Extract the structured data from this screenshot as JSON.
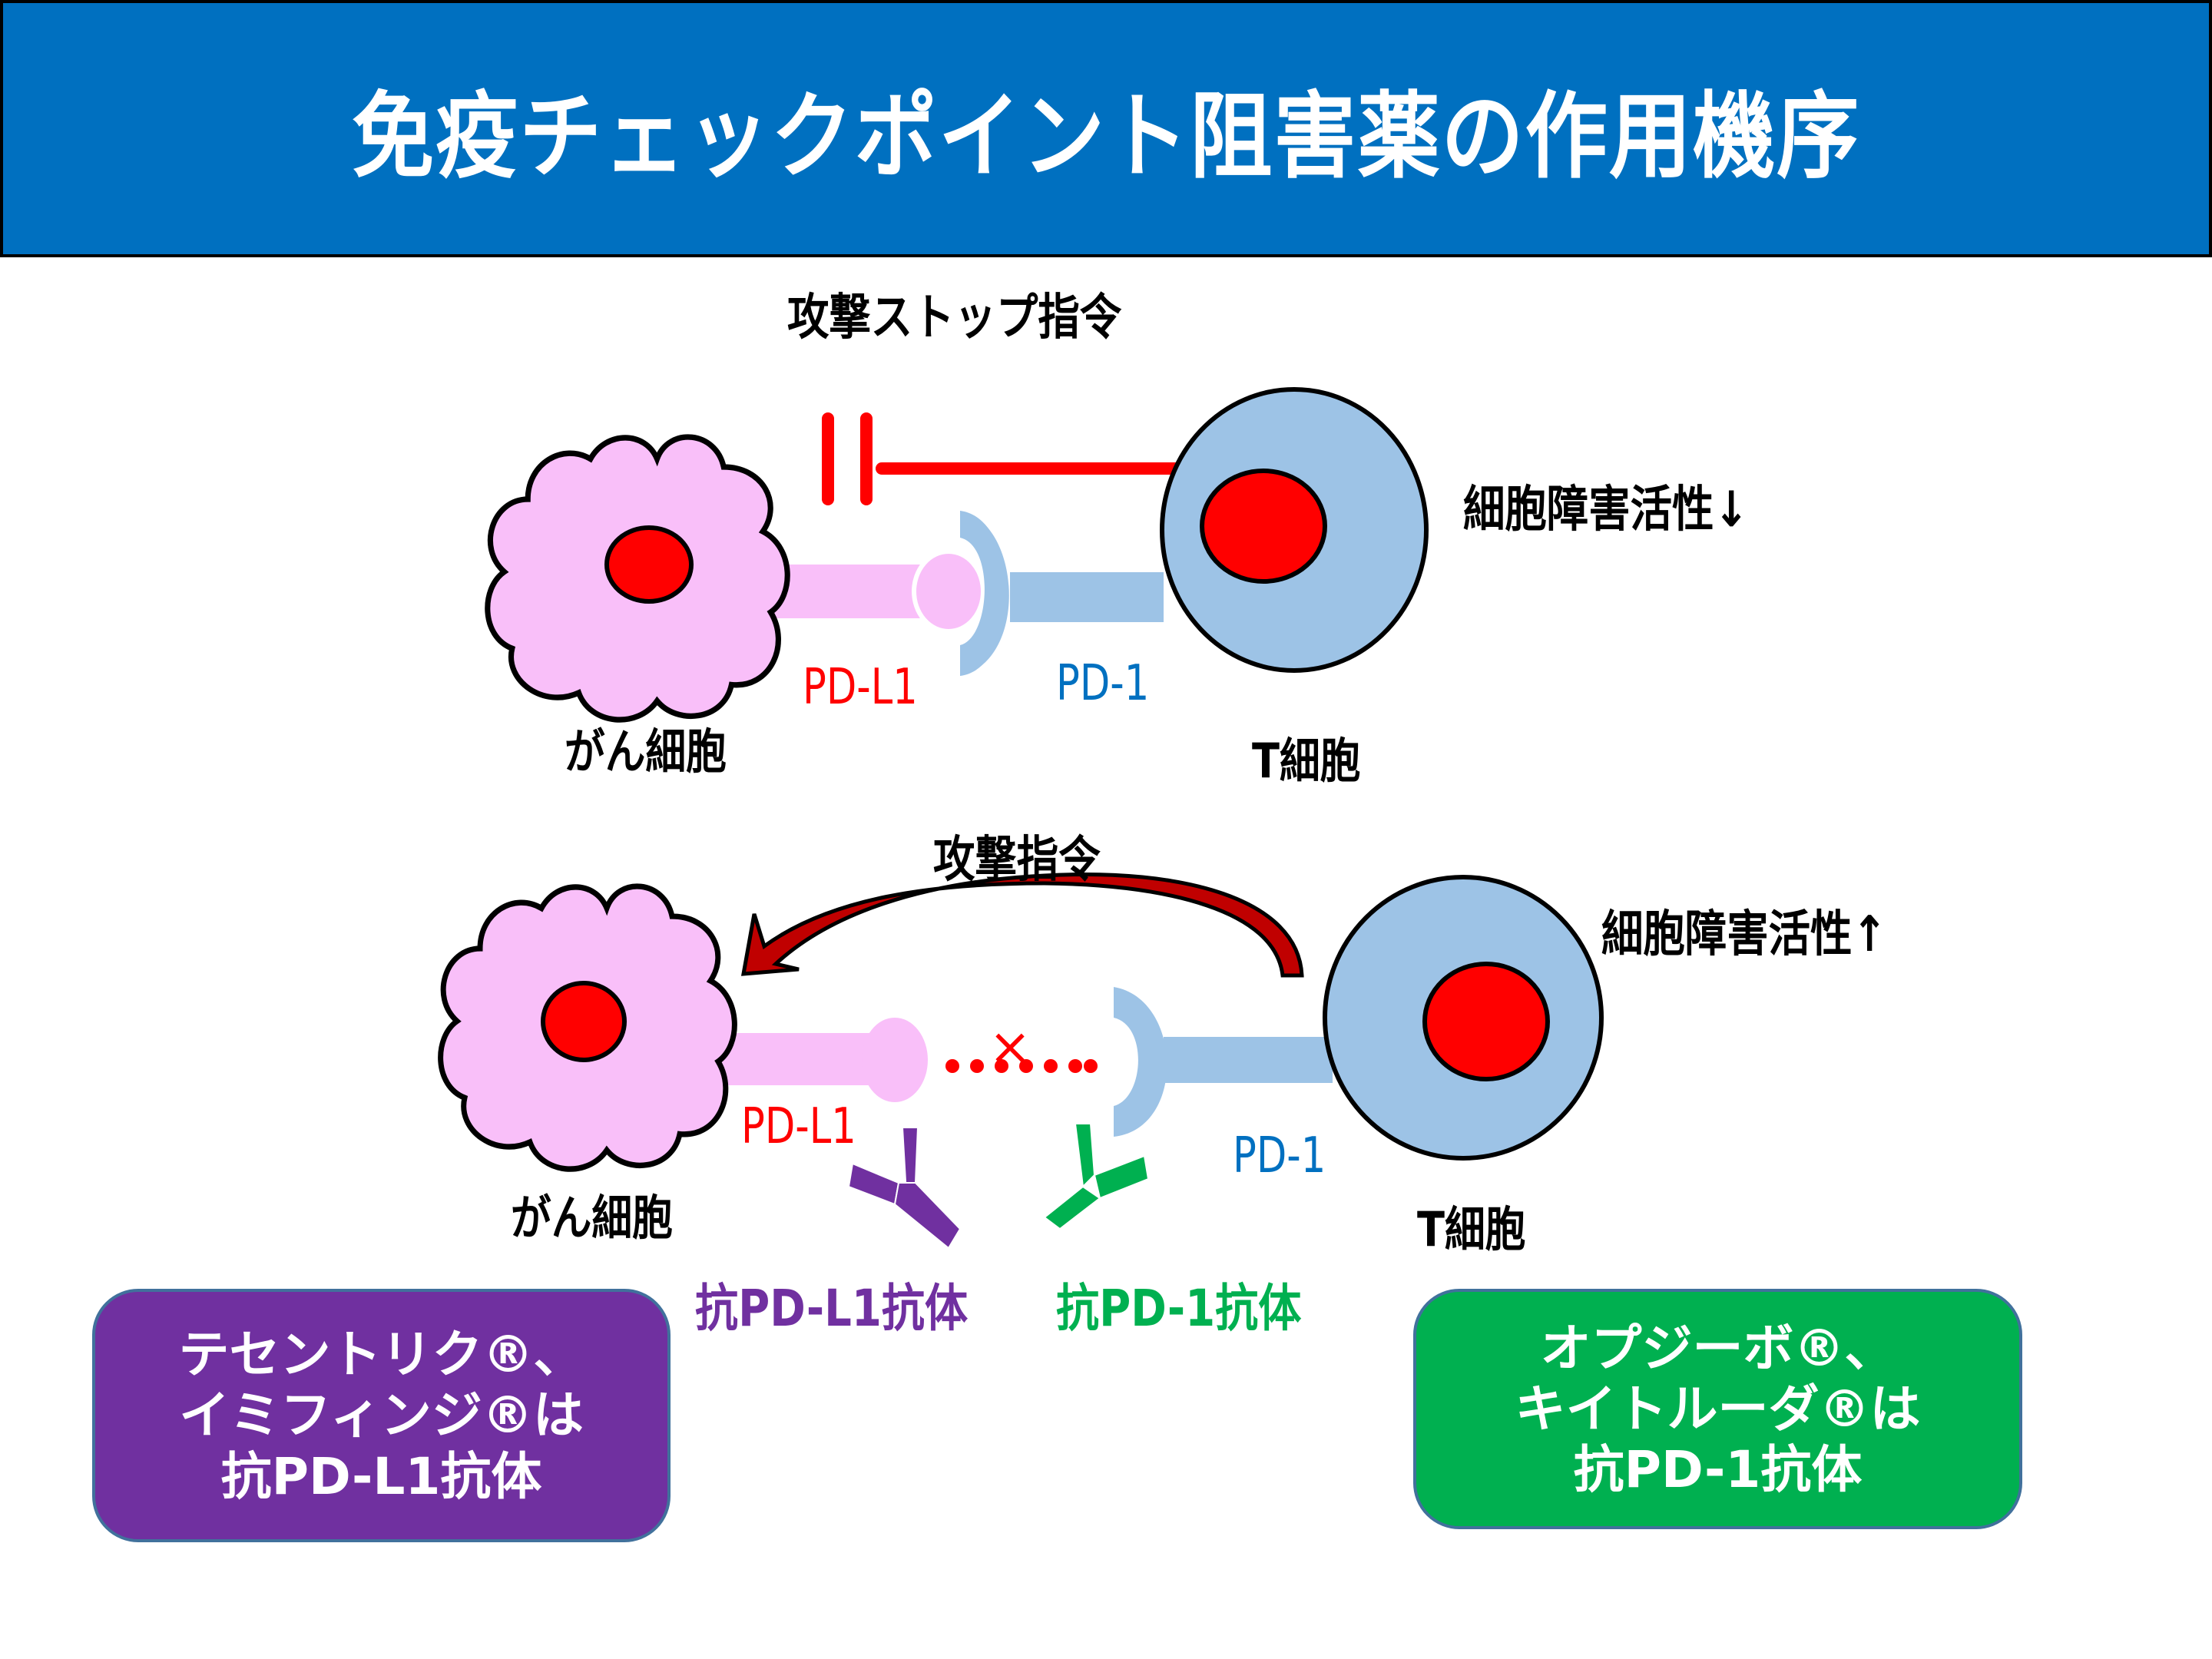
{
  "title": "免疫チェックポイント阻害薬の作用機序",
  "colors": {
    "header": "#0070C0",
    "cancer_cell": "#F9BFF9",
    "t_cell": "#9DC3E6",
    "nucleus": "#FF0000",
    "pd_l1": "#FF0000",
    "pd_1": "#0070C0",
    "anti_pd_l1": "#7030A0",
    "anti_pd_1": "#00B050",
    "arrow": "#C00000"
  },
  "top_panel": {
    "signal_label": "攻撃ストップ指令",
    "activity_label": "細胞障害活性↓",
    "pd_l1_label": "PD-L1",
    "pd_1_label": "PD-1",
    "cancer_cell_label": "がん細胞",
    "t_cell_label": "T細胞"
  },
  "bottom_panel": {
    "signal_label": "攻撃指令",
    "activity_label": "細胞障害活性↑",
    "pd_l1_label": "PD-L1",
    "pd_1_label": "PD-1",
    "cancer_cell_label": "がん細胞",
    "t_cell_label": "T細胞",
    "blocked_mark": "×",
    "anti_pd_l1_label": "抗PD-L1抗体",
    "anti_pd_1_label": "抗PD-1抗体"
  },
  "boxes": {
    "anti_pd_l1": {
      "lines": [
        "テセントリク®、",
        "イミフィンジ®は",
        "抗PD-L1抗体"
      ]
    },
    "anti_pd_1": {
      "lines": [
        "オプジーボ®、",
        "キイトルーダ®は",
        "抗PD-1抗体"
      ]
    }
  }
}
